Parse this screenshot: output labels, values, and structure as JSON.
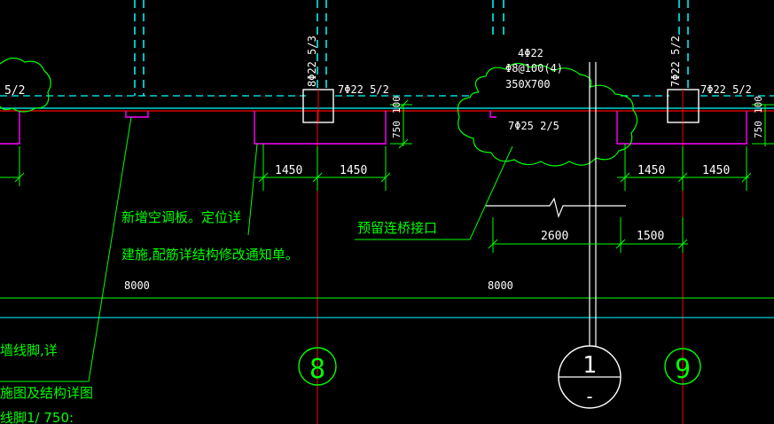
{
  "colors": {
    "background": "#000000",
    "annotation": "#00ff00",
    "axis_line": "#00ffff",
    "beam_line": "#ff0000",
    "slab_outline": "#ff00ff",
    "white": "#ffffff"
  },
  "beam_labels": {
    "left_partial": "5/2",
    "col_left_vertical": "8Φ22 5/3",
    "col_left_horizontal": "7Φ22 5/2",
    "col_right_vertical": "7Φ22 5/2",
    "col_right_horizontal": "7Φ22 5/2",
    "beam_top": "4Φ22",
    "beam_stirrup": "Φ8@100(4)",
    "beam_section": "350X700",
    "beam_bottom": "7Φ25 2/5"
  },
  "dimensions": {
    "slab_left": [
      "1450",
      "1450"
    ],
    "slab_right": [
      "1450",
      "1450"
    ],
    "vertical_left": [
      "750",
      "100"
    ],
    "vertical_right": [
      "750",
      "100"
    ],
    "bridge": [
      "2600",
      "1500"
    ],
    "span_left": "8000",
    "span_right": "8000"
  },
  "notes": {
    "ac_panel_line1": "新增空调板。定位详",
    "ac_panel_line2": "建施,配筋详结构修改通知单。",
    "bridge_interface": "预留连桥接口",
    "left_cut_line1": "墙线脚,详",
    "left_cut_line2": "施图及结构详图",
    "left_cut_line3": "线脚1/ 750:"
  },
  "axis_bubbles": {
    "axis_8": "8",
    "axis_9": "9",
    "section_top": "1",
    "section_bottom": "-"
  }
}
